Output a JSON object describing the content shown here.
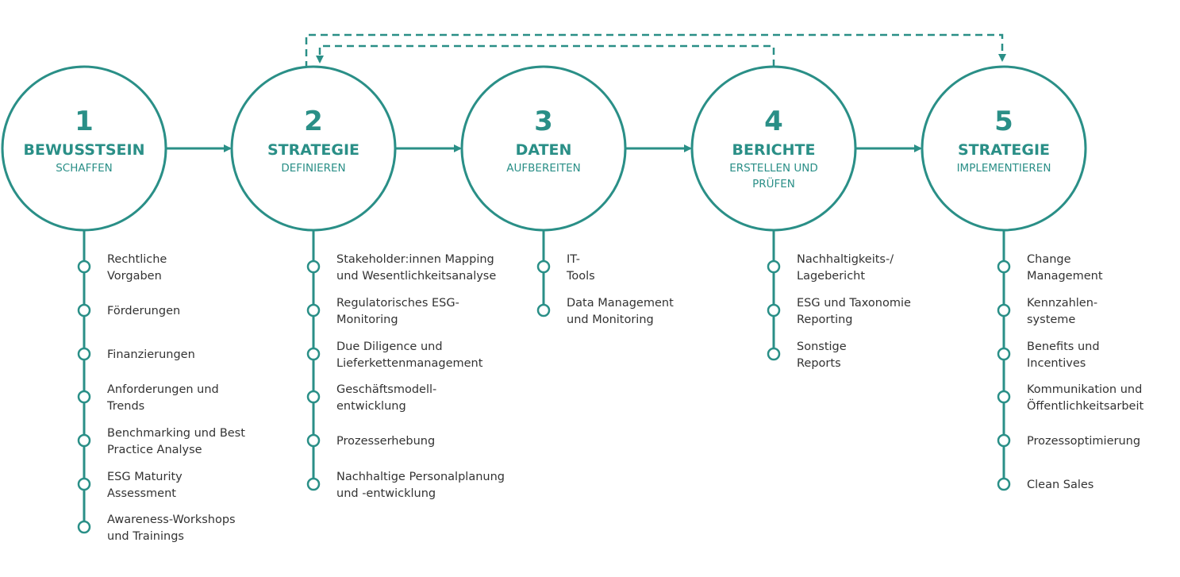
{
  "colors": {
    "accent": "#2a8f87",
    "text": "#333333",
    "background": "#ffffff"
  },
  "steps": [
    {
      "number": "1",
      "title": "BEWUSSTSEIN",
      "subtitle": [
        "SCHAFFEN"
      ],
      "items": [
        [
          "Rechtliche",
          "Vorgaben"
        ],
        [
          "Förderungen"
        ],
        [
          "Finanzierungen"
        ],
        [
          "Anforderungen und",
          "Trends"
        ],
        [
          "Benchmarking und Best",
          "Practice Analyse"
        ],
        [
          "ESG Maturity",
          "Assessment"
        ],
        [
          "Awareness-Workshops",
          "und Trainings"
        ]
      ]
    },
    {
      "number": "2",
      "title": "STRATEGIE",
      "subtitle": [
        "DEFINIEREN"
      ],
      "items": [
        [
          "Stakeholder:innen  Mapping",
          "und Wesentlichkeitsanalyse"
        ],
        [
          "Regulatorisches ESG-",
          "Monitoring"
        ],
        [
          "Due Diligence und",
          "Lieferkettenmanagement"
        ],
        [
          "Geschäftsmodell-",
          "entwicklung"
        ],
        [
          "Prozesserhebung"
        ],
        [
          "Nachhaltige Personalplanung",
          "und -entwicklung"
        ]
      ]
    },
    {
      "number": "3",
      "title": "DATEN",
      "subtitle": [
        "AUFBEREITEN"
      ],
      "items": [
        [
          "IT-",
          "Tools"
        ],
        [
          "Data Management",
          "und Monitoring"
        ]
      ]
    },
    {
      "number": "4",
      "title": "BERICHTE",
      "subtitle": [
        "ERSTELLEN UND",
        "PRÜFEN"
      ],
      "items": [
        [
          "Nachhaltigkeits-/",
          "Lagebericht"
        ],
        [
          "ESG und Taxonomie",
          "Reporting"
        ],
        [
          "Sonstige",
          "Reports"
        ]
      ]
    },
    {
      "number": "5",
      "title": "STRATEGIE",
      "subtitle": [
        "IMPLEMENTIEREN"
      ],
      "items": [
        [
          "Change",
          "Management"
        ],
        [
          "Kennzahlen-",
          "systeme"
        ],
        [
          "Benefits und",
          "Incentives"
        ],
        [
          "Kommunikation und",
          "Öffentlichkeitsarbeit"
        ],
        [
          "Prozessoptimierung"
        ],
        [
          "Clean Sales"
        ]
      ]
    }
  ]
}
